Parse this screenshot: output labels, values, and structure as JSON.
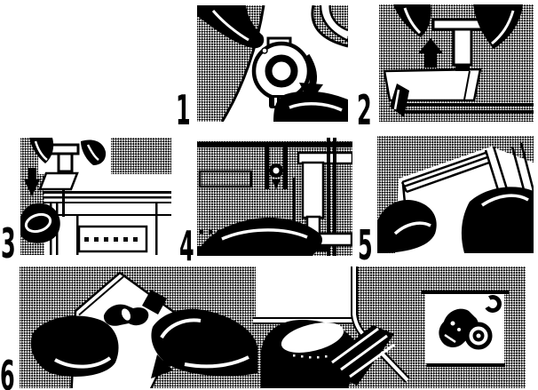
{
  "figure": {
    "type": "instruction-sheet",
    "ink_color": "#000000",
    "paper_color": "#ffffff",
    "steps": [
      {
        "number": "1",
        "alt": "hand turning round dial, curved arrow pointing down"
      },
      {
        "number": "2",
        "alt": "two fingers lifting clamp piece, arrow pointing up"
      },
      {
        "number": "3",
        "alt": "fingers lowering part into machine, arrow pointing down"
      },
      {
        "number": "4",
        "alt": "thumb pressing lever beside needle bar"
      },
      {
        "number": "5",
        "alt": "two fingertips holding needle at an angle"
      },
      {
        "number": "6",
        "alt": "two hands sliding cover plate, arrow pointing down-left"
      }
    ],
    "extra_scenes": [
      {
        "alt": "hand reaching under machine bed"
      },
      {
        "alt": "inset: hand holding bobbin case with C-ring and bobbin"
      }
    ]
  }
}
